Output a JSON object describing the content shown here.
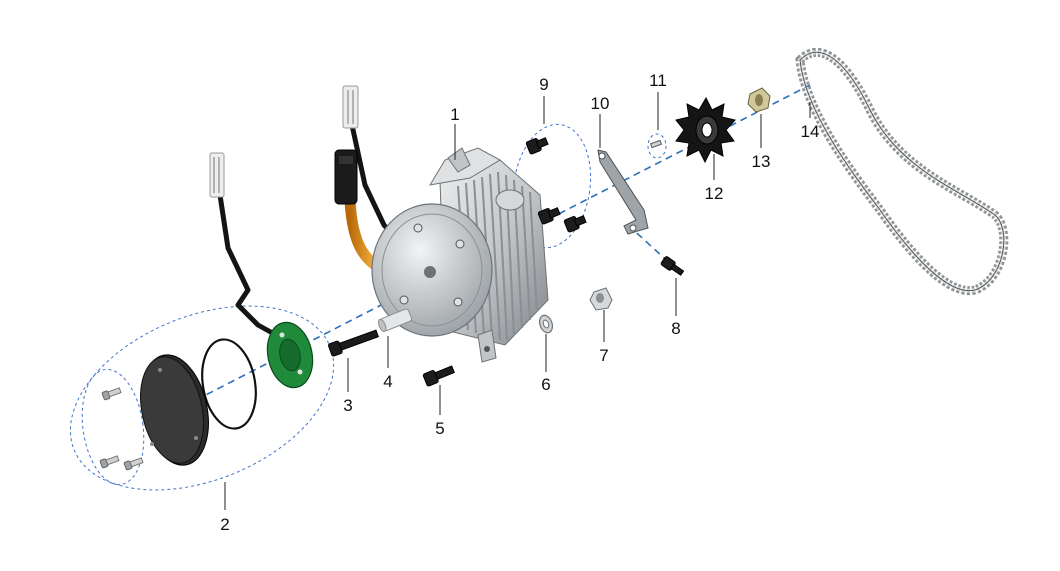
{
  "diagram": {
    "callouts": [
      {
        "id": "1",
        "label": "1"
      },
      {
        "id": "2",
        "label": "2"
      },
      {
        "id": "3",
        "label": "3"
      },
      {
        "id": "4",
        "label": "4"
      },
      {
        "id": "5",
        "label": "5"
      },
      {
        "id": "6",
        "label": "6"
      },
      {
        "id": "7",
        "label": "7"
      },
      {
        "id": "8",
        "label": "8"
      },
      {
        "id": "9",
        "label": "9"
      },
      {
        "id": "10",
        "label": "10"
      },
      {
        "id": "11",
        "label": "11"
      },
      {
        "id": "12",
        "label": "12"
      },
      {
        "id": "13",
        "label": "13"
      },
      {
        "id": "14",
        "label": "14"
      }
    ],
    "colors": {
      "axis": "#2a6fb8",
      "ring": "#3f73c9",
      "pcb": "#1f8a3a",
      "cable_orange": "#e0911c",
      "motor_metal": "#c9ccce"
    }
  }
}
